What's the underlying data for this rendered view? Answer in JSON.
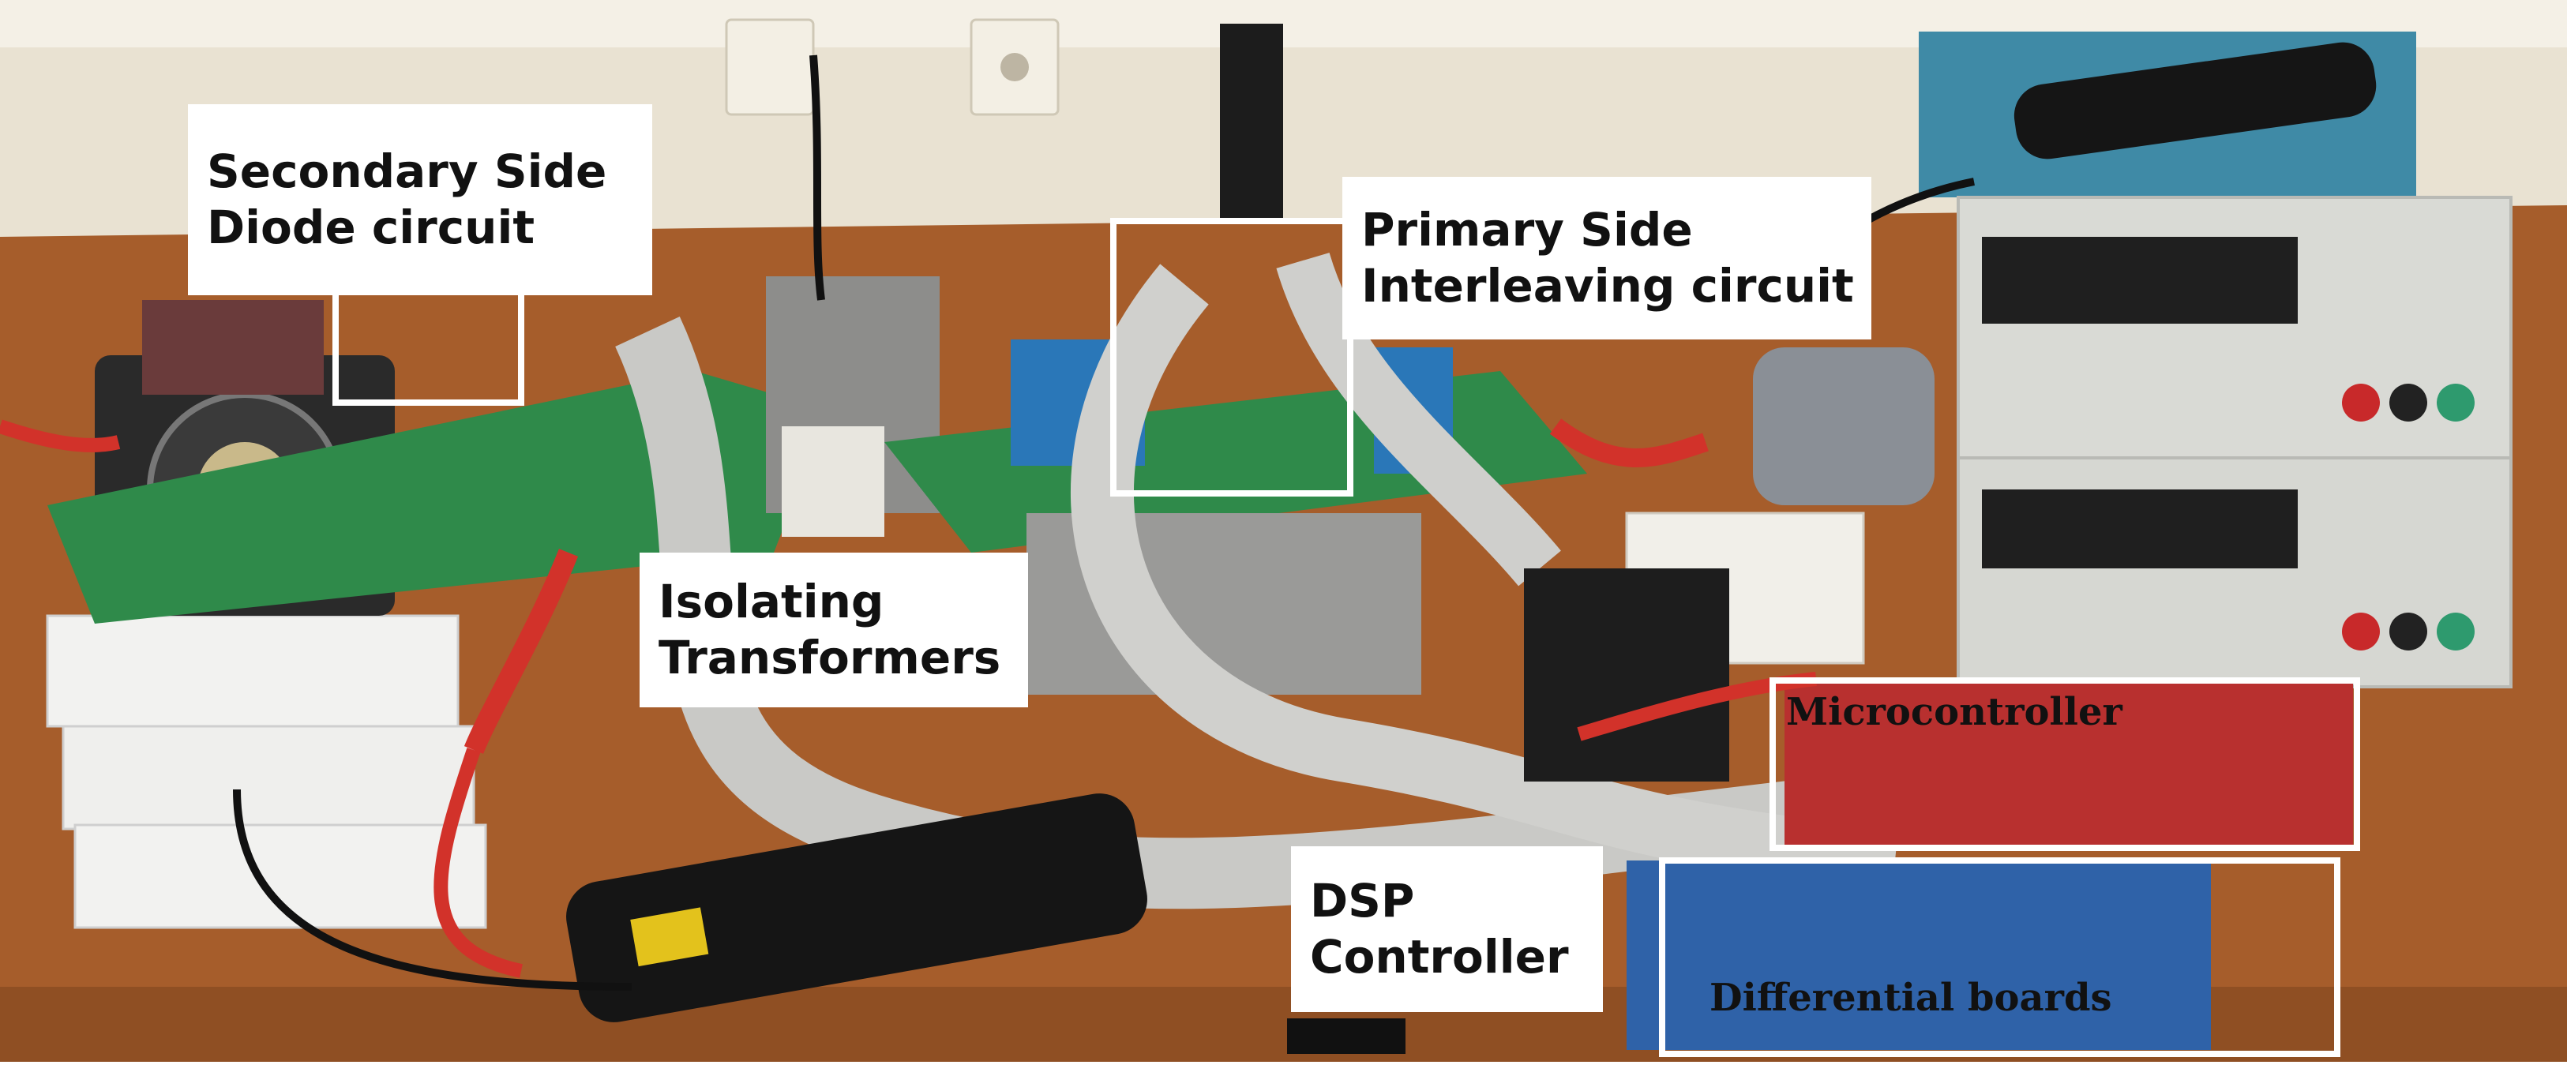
{
  "labels": {
    "secondary": [
      "Secondary Side",
      "Diode circuit"
    ],
    "primary": [
      "Primary Side",
      "Interleaving circuit"
    ],
    "isolating": [
      "Isolating",
      "Transformers"
    ],
    "dsp": [
      "DSP",
      "Controller"
    ],
    "microcontroller": "Microcontroller",
    "differential": "Differential boards"
  },
  "colors": {
    "table": "#a8602c",
    "wall": "#ece6d8",
    "highlight_box": "#ffffff",
    "pcb_green": "#2f8a4a",
    "probe_red": "#d2322a",
    "ribbon_gray": "#c9c9c6",
    "psu_panel": "#d9dad5",
    "psu_teal": "#3f8aa6"
  }
}
